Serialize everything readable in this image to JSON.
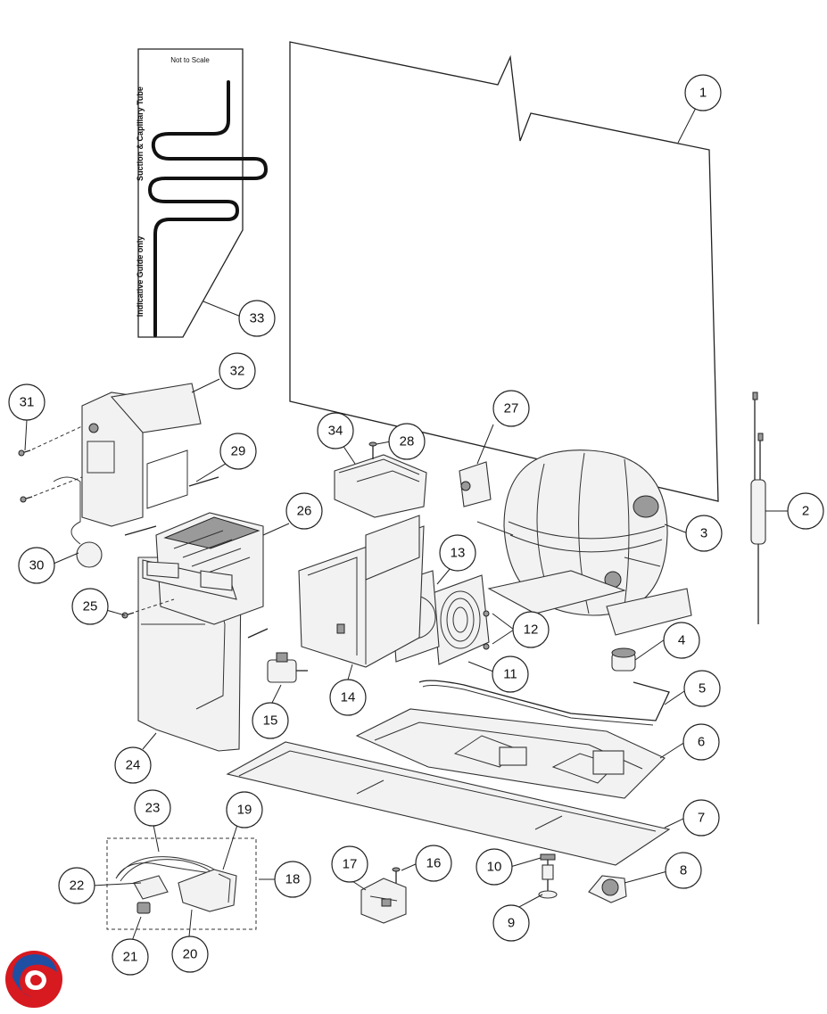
{
  "diagram": {
    "note_scale": "Not to Scale",
    "note_tube": "Suction & Capillary Tube",
    "note_guide": "Indicative Guide only",
    "callouts": [
      "1",
      "2",
      "3",
      "4",
      "5",
      "6",
      "7",
      "8",
      "9",
      "10",
      "11",
      "12",
      "13",
      "14",
      "15",
      "16",
      "17",
      "18",
      "19",
      "20",
      "21",
      "22",
      "23",
      "24",
      "25",
      "26",
      "27",
      "28",
      "29",
      "30",
      "31",
      "32",
      "33",
      "34"
    ],
    "logo": {
      "colors": [
        "#d71920",
        "#1f4fa3"
      ]
    }
  }
}
